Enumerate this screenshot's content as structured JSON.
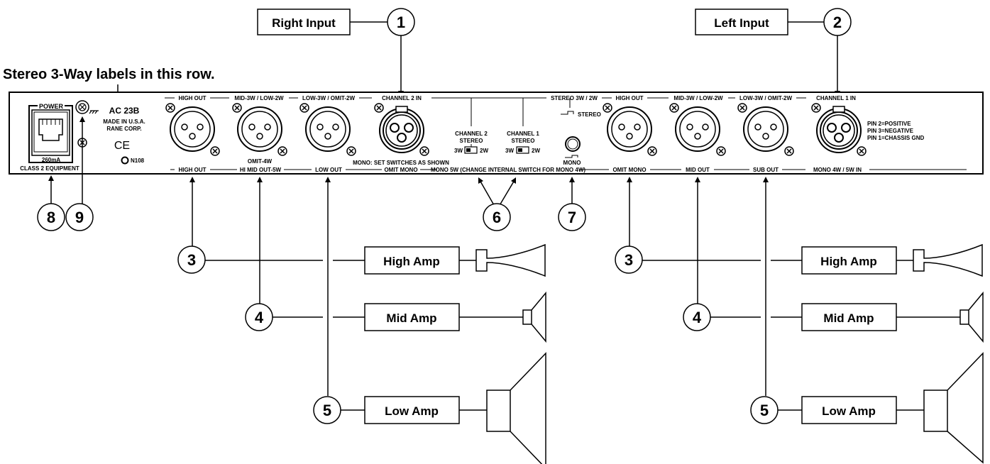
{
  "top_label": "Stereo 3-Way labels in this row.",
  "callouts": {
    "right_input": "Right Input",
    "left_input": "Left Input"
  },
  "numbers": {
    "n1": "1",
    "n2": "2",
    "n3": "3",
    "n4": "4",
    "n5": "5",
    "n6": "6",
    "n7": "7",
    "n8": "8",
    "n9": "9"
  },
  "amps": {
    "high": "High Amp",
    "mid": "Mid Amp",
    "low": "Low Amp"
  },
  "panel": {
    "model": "AC 23B",
    "made_in": "MADE IN U.S.A.",
    "corp": "RANE CORP.",
    "ce": "CE",
    "n108": "N108",
    "power": "POWER",
    "power_ma": "260mA",
    "class2": "CLASS 2 EQUIPMENT",
    "top_row": {
      "high_out": "HIGH OUT",
      "mid3w": "MID-3W / LOW-2W",
      "low3w": "LOW-3W / OMIT-2W",
      "ch2in": "CHANNEL 2 IN",
      "stereo3w2w": "STEREO 3W / 2W",
      "high_out_r": "HIGH OUT",
      "mid3w_r": "MID-3W / LOW-2W",
      "low3w_r": "LOW-3W / OMIT-2W",
      "ch1in": "CHANNEL 1 IN"
    },
    "bottom_row": {
      "high_out": "HIGH OUT",
      "hi_mid_out": "HI MID OUT-5W",
      "low_out": "LOW OUT",
      "omit_mono": "OMIT MONO",
      "mono5w": "MONO 5W (CHANGE INTERNAL SWITCH FOR MONO 4W)",
      "omit_mono_r": "OMIT MONO",
      "mid_out": "MID OUT",
      "sub_out": "SUB OUT",
      "mono4w5w": "MONO 4W / 5W IN"
    },
    "omit4w": "OMIT-4W",
    "mono_set": "MONO: SET SWITCHES AS SHOWN",
    "channel2": "CHANNEL 2",
    "channel1": "CHANNEL 1",
    "stereo": "STEREO",
    "sw3w": "3W",
    "sw2w": "2W",
    "stereo_btn": "STEREO",
    "mono_btn": "MONO",
    "pin2": "PIN 2=POSITIVE",
    "pin3": "PIN 3=NEGATIVE",
    "pin1": "PIN 1=CHASSIS GND"
  }
}
